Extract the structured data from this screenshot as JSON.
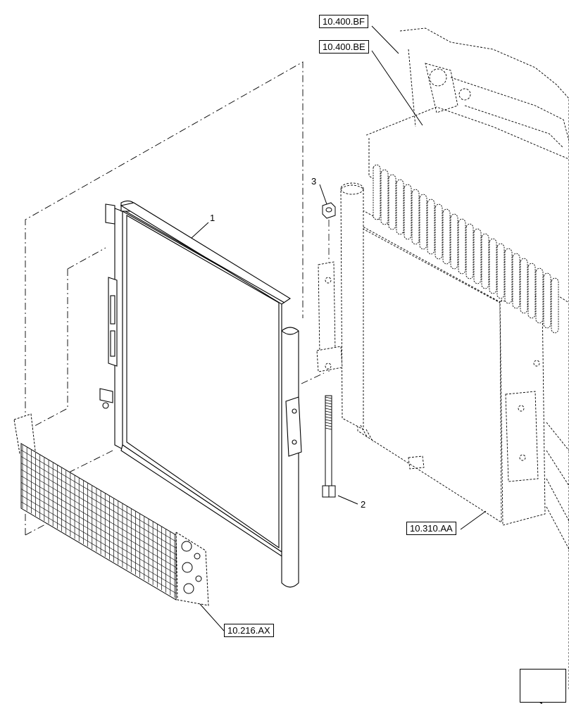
{
  "references": {
    "ref_400bf": "10.400.BF",
    "ref_400be": "10.400.BE",
    "ref_310aa": "10.310.AA",
    "ref_216ax": "10.216.AX"
  },
  "callouts": {
    "part_1": "1",
    "part_2": "2",
    "part_3": "3"
  },
  "icons": {
    "navigation": "previous-page-arrow-icon"
  }
}
